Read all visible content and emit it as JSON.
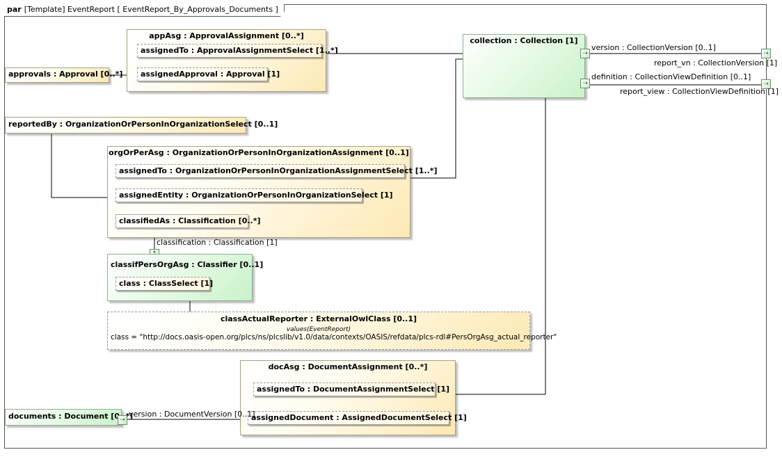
{
  "frame": {
    "keyword": "par",
    "title": "[Template] EventReport [ EventReport_By_Approvals_Documents ]"
  },
  "boxes": {
    "appAsg": {
      "title": "appAsg : ApprovalAssignment [0..*]",
      "parts": [
        "assignedTo : ApprovalAssignmentSelect [1..*]",
        "assignedApproval : Approval [1]"
      ]
    },
    "approvals": {
      "title": "approvals : Approval [0..*]"
    },
    "collection": {
      "title": "collection : Collection [1]"
    },
    "reportedBy": {
      "title": "reportedBy : OrganizationOrPersonInOrganizationSelect [0..1]"
    },
    "orgOrPerAsg": {
      "title": "orgOrPerAsg : OrganizationOrPersonInOrganizationAssignment [0..1]",
      "parts": [
        "assignedTo : OrganizationOrPersonInOrganizationAssignmentSelect [1..*]",
        "assignedEntity : OrganizationOrPersonInOrganizationSelect [1]",
        "classifiedAs : Classification [0..*]"
      ]
    },
    "classifPersOrgAsg": {
      "title": "classifPersOrgAsg : Classifier [0..1]",
      "parts": [
        "class : ClassSelect [1]"
      ]
    },
    "classActualReporter": {
      "title": "classActualReporter : ExternalOwlClass [0..1]",
      "values_heading": "values(EventReport)",
      "value": "class = \"http://docs.oasis-open.org/plcs/ns/plcslib/v1.0/data/contexts/OASIS/refdata/plcs-rdl#PersOrgAsg_actual_reporter\""
    },
    "docAsg": {
      "title": "docAsg : DocumentAssignment [0..*]",
      "parts": [
        "assignedTo : DocumentAssignmentSelect [1]",
        "assignedDocument : AssignedDocumentSelect [1]"
      ]
    },
    "documents": {
      "title": "documents : Document [0..*]"
    }
  },
  "labels": {
    "version": "version : CollectionVersion [0..1]",
    "report_vn": "report_vn : CollectionVersion [1]",
    "definition": "definition : CollectionViewDefinition [0..1]",
    "report_view": "report_view : CollectionViewDefinition [1]",
    "classification": "classification : Classification [1]",
    "doc_version": "version : DocumentVersion [0..1]"
  },
  "colors": {
    "yellow_fill": "#fde9b4",
    "green_fill": "#c9f2c9",
    "border": "#555555"
  }
}
